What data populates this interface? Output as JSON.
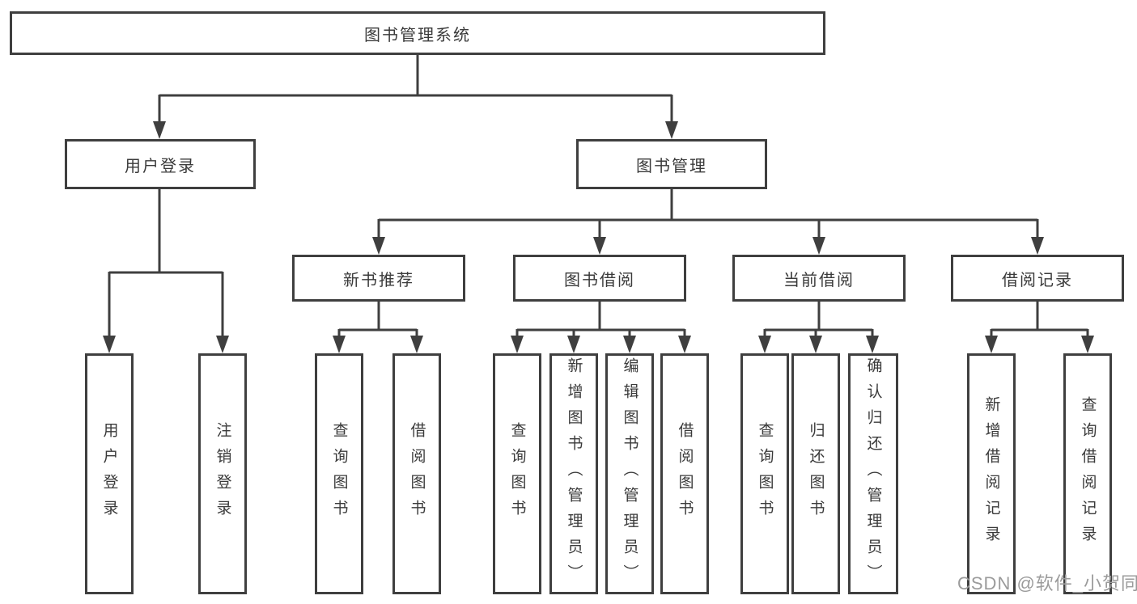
{
  "tree": {
    "root": "图书管理系统",
    "level2": [
      "用户登录",
      "图书管理"
    ],
    "level3": [
      "新书推荐",
      "图书借阅",
      "当前借阅",
      "借阅记录"
    ],
    "leaves_user_login": [
      "用户登录",
      "注销登录"
    ],
    "leaves_new_books": [
      "查询图书",
      "借阅图书"
    ],
    "leaves_book_borrow": [
      "查询图书",
      "新增图书（管理员）",
      "编辑图书（管理员）",
      "借阅图书"
    ],
    "leaves_current_borrow": [
      "查询图书",
      "归还图书",
      "确认归还（管理员）"
    ],
    "leaves_borrow_records": [
      "新增借阅记录",
      "查询借阅记录"
    ]
  },
  "watermark": "CSDN @软件_小贺同学",
  "colors": {
    "line": "#3f3f3f",
    "text": "#3a3a3a",
    "watermark": "#9b9b9b",
    "background": "#ffffff"
  }
}
